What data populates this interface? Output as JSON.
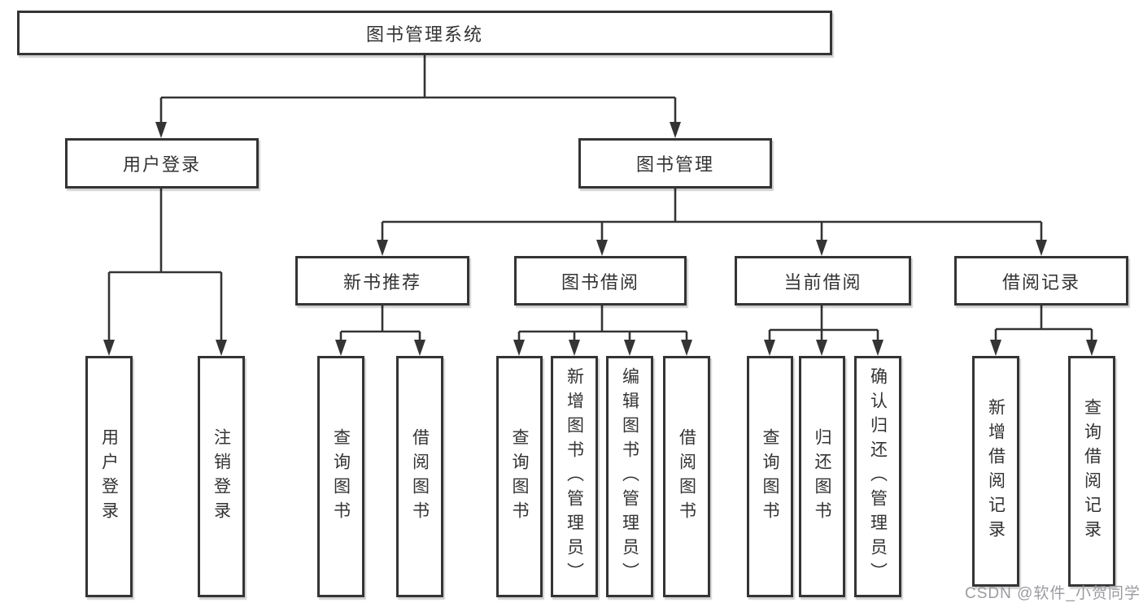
{
  "diagram": {
    "type": "tree",
    "root": "图书管理系统",
    "level2": [
      "用户登录",
      "图书管理"
    ],
    "level3": [
      "新书推荐",
      "图书借阅",
      "当前借阅",
      "借阅记录"
    ],
    "leaves": {
      "user_login": [
        "用户登录",
        "注销登录"
      ],
      "new_book_recommend": [
        "查询图书",
        "借阅图书"
      ],
      "book_borrow": [
        "查询图书",
        "新增图书（管理员）",
        "编辑图书（管理员）",
        "借阅图书"
      ],
      "current_borrow": [
        "查询图书",
        "归还图书",
        "确认归还（管理员）"
      ],
      "borrow_records": [
        "新增借阅记录",
        "查询借阅记录"
      ]
    }
  },
  "watermark": "CSDN @软件_小贺同学",
  "colors": {
    "line": "#343434",
    "box_border": "#343434",
    "box_fill": "#ffffff",
    "text": "#333333",
    "background": "#ffffff",
    "watermark": "#9b9ba0"
  }
}
